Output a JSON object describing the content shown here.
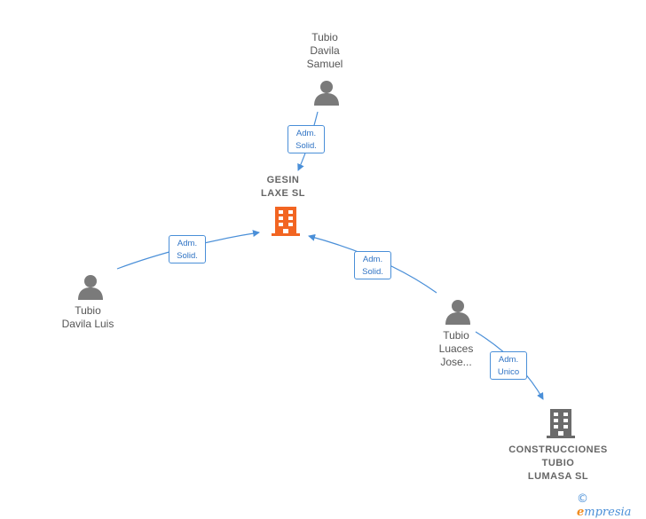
{
  "nodes": {
    "gesin": {
      "label": "GESIN\nLAXE  SL",
      "color": "#f26522"
    },
    "samuel": {
      "label": "Tubio\nDavila\nSamuel"
    },
    "luis": {
      "label": "Tubio\nDavila Luis"
    },
    "jose": {
      "label": "Tubio\nLuaces\nJose..."
    },
    "construcciones": {
      "label": "CONSTRUCCIONES\nTUBIO\nLUMASA  SL"
    }
  },
  "edges": {
    "samuel_gesin": "Adm.\nSolid.",
    "luis_gesin": "Adm.\nSolid.",
    "jose_gesin": "Adm.\nSolid.",
    "jose_construcciones": "Adm.\nUnico"
  },
  "brand": {
    "copyright": "©",
    "first_letter": "e",
    "rest": "mpresia"
  },
  "colors": {
    "edge": "#4a8fd8",
    "person": "#7a7a7a",
    "company": "#6b6b6b",
    "focus_company": "#f26522"
  }
}
